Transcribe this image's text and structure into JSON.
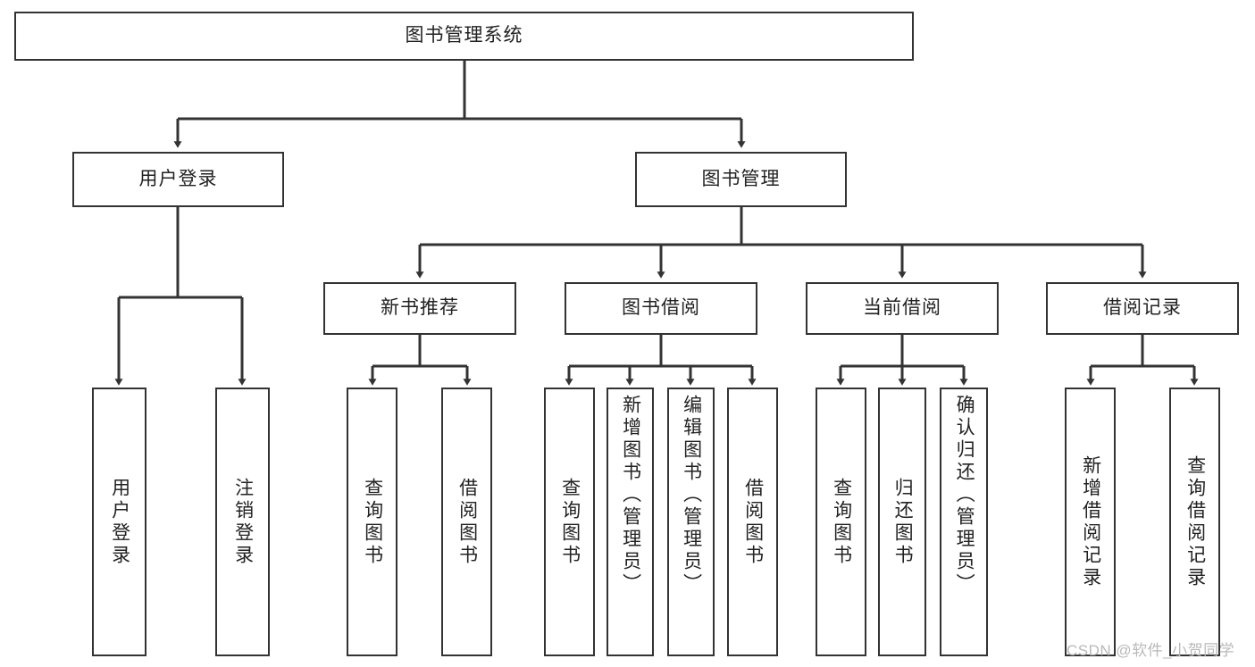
{
  "diagram": {
    "title": "图书管理系统",
    "watermark": "CSDN @软件_小贺同学",
    "edge_color": "#333333",
    "box_border_color": "#333333",
    "background": "#ffffff",
    "root": {
      "label": "图书管理系统"
    },
    "level2": [
      {
        "label": "用户登录"
      },
      {
        "label": "图书管理"
      }
    ],
    "level3": [
      {
        "label": "新书推荐"
      },
      {
        "label": "图书借阅"
      },
      {
        "label": "当前借阅"
      },
      {
        "label": "借阅记录"
      }
    ],
    "leaves": {
      "user_login": [
        {
          "label": "用户登录"
        },
        {
          "label": "注销登录"
        }
      ],
      "new_book": [
        {
          "label": "查询图书"
        },
        {
          "label": "借阅图书"
        }
      ],
      "book_borrow": [
        {
          "label": "查询图书"
        },
        {
          "label": "新增图书（管理员）"
        },
        {
          "label": "编辑图书（管理员）"
        },
        {
          "label": "借阅图书"
        }
      ],
      "current_borrow": [
        {
          "label": "查询图书"
        },
        {
          "label": "归还图书"
        },
        {
          "label": "确认归还（管理员）"
        }
      ],
      "borrow_record": [
        {
          "label": "新增借阅记录"
        },
        {
          "label": "查询借阅记录"
        }
      ]
    }
  }
}
